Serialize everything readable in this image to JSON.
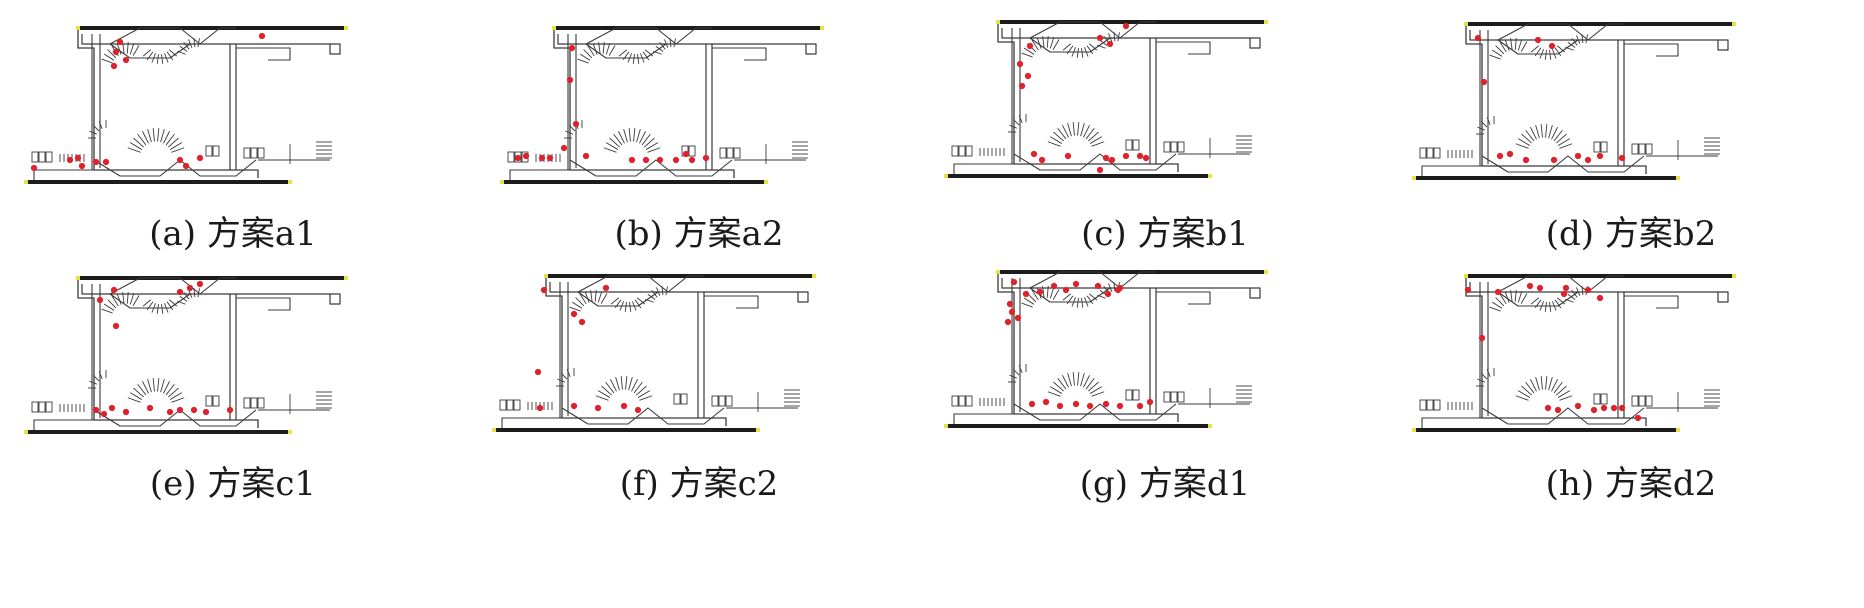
{
  "figure": {
    "panels": [
      {
        "id": "a",
        "caption": "(a) 方案a1"
      },
      {
        "id": "b",
        "caption": "(b) 方案a2"
      },
      {
        "id": "c",
        "caption": "(c) 方案b1"
      },
      {
        "id": "d",
        "caption": "(d) 方案b2"
      },
      {
        "id": "e",
        "caption": "(e) 方案c1"
      },
      {
        "id": "f",
        "caption": "(f) 方案c2"
      },
      {
        "id": "g",
        "caption": "(g) 方案d1"
      },
      {
        "id": "h",
        "caption": "(h) 方案d2"
      }
    ],
    "colors": {
      "network_line": "#3a3a3a",
      "thick_bar": "#1c1c1c",
      "endpoint": "#e8e24a",
      "marker": "#e0202a"
    }
  }
}
